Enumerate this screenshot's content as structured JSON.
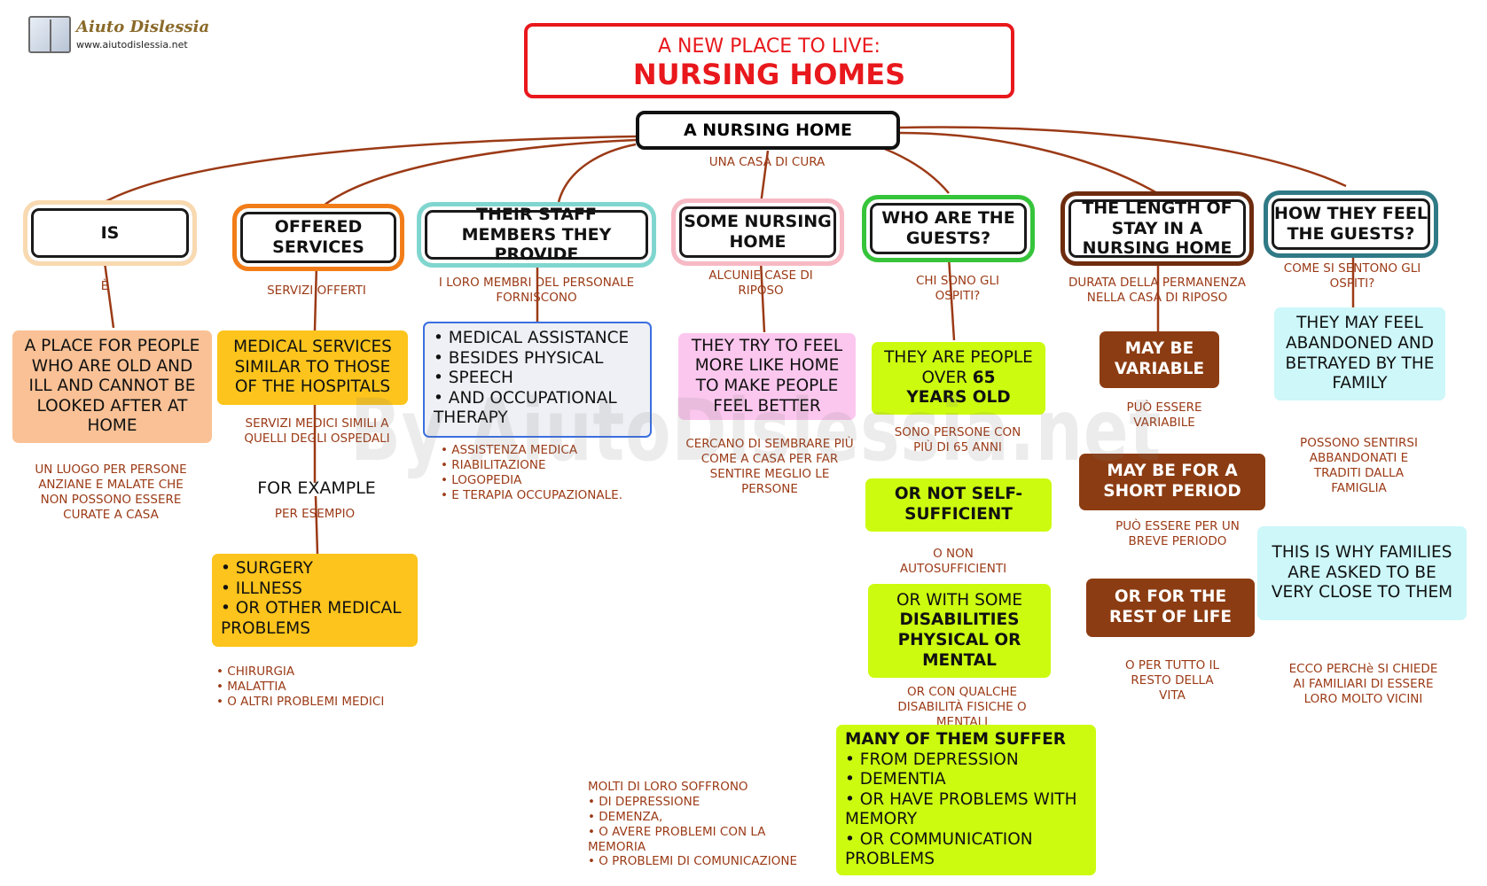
{
  "logo": {
    "title": "Aiuto Dislessia",
    "url": "www.aiutodislessia.net"
  },
  "watermark": "By AiutoDislessia.net",
  "title": {
    "line1": "A NEW  PLACE TO LIVE:",
    "line2": "NURSING HOMES"
  },
  "root": {
    "label": "A NURSING HOME",
    "translation": "UNA CASA DI CURA"
  },
  "colors": {
    "title_red": "#e8181c",
    "translation_text": "#9b3a16",
    "connector": "#9b3a16"
  },
  "branches": {
    "is": {
      "label": "IS",
      "translation": "È",
      "box": "A PLACE FOR PEOPLE WHO ARE OLD AND ILL AND CANNOT BE LOOKED AFTER AT HOME",
      "box_translation": "UN LUOGO PER PERSONE ANZIANE E MALATE CHE NON POSSONO ESSERE CURATE A CASA"
    },
    "services": {
      "label": "OFFERED SERVICES",
      "translation": "SERVIZI OFFERTI",
      "box": "MEDICAL SERVICES SIMILAR TO THOSE OF THE HOSPITALS",
      "box_translation": "SERVIZI MEDICI SIMILI A QUELLI DEGLI OSPEDALI",
      "example": "FOR EXAMPLE",
      "example_translation": "PER ESEMPIO",
      "items": [
        "SURGERY",
        "ILLNESS",
        "OR OTHER MEDICAL PROBLEMS"
      ],
      "items_translation": [
        "CHIRURGIA",
        "MALATTIA",
        "O ALTRI PROBLEMI MEDICI"
      ]
    },
    "staff": {
      "label": "THEIR STAFF MEMBERS THEY PROVIDE",
      "translation": "I LORO MEMBRI DEL PERSONALE FORNISCONO",
      "items": [
        "MEDICAL ASSISTANCE",
        "BESIDES PHYSICAL",
        "SPEECH",
        "AND OCCUPATIONAL THERAPY"
      ],
      "items_translation": [
        "ASSISTENZA MEDICA",
        "RIABILITAZIONE",
        "LOGOPEDIA",
        "E TERAPIA OCCUPAZIONALE."
      ]
    },
    "some": {
      "label": "SOME NURSING HOME",
      "translation": "ALCUNIE CASE DI RIPOSO",
      "box": "THEY TRY TO FEEL MORE LIKE HOME TO MAKE PEOPLE FEEL BETTER",
      "box_translation": "CERCANO DI SEMBRARE PIÙ COME A CASA PER FAR SENTIRE MEGLIO LE PERSONE"
    },
    "guests": {
      "label": "WHO ARE THE GUESTS?",
      "translation": "CHI SONO GLI OSPITI?",
      "box1_pre": "THEY ARE PEOPLE OVER ",
      "box1_num": "65",
      "box1_post": "YEARS OLD",
      "box1_translation": "SONO PERSONE CON PIÙ DI 65 ANNI",
      "box2": "OR NOT SELF-SUFFICIENT",
      "box2_translation": "O NON AUTOSUFFICIENTI",
      "box3_pre": "OR WITH SOME",
      "box3_bold": "DISABILITIES PHYSICAL OR MENTAL",
      "box3_translation": "OR CON QUALCHE DISABILITÀ FISICHE O MENTALI",
      "box4_head": "MANY OF THEM SUFFER",
      "box4_items": [
        "FROM DEPRESSION",
        "DEMENTIA",
        "OR HAVE PROBLEMS WITH MEMORY",
        "OR COMMUNICATION PROBLEMS"
      ],
      "box4_translation_head": "MOLTI DI LORO SOFFRONO",
      "box4_translation_items": [
        "DI DEPRESSIONE",
        "DEMENZA,",
        "O AVERE PROBLEMI CON LA MEMORIA",
        "O PROBLEMI DI COMUNICAZIONE"
      ]
    },
    "length": {
      "label": "THE LENGTH OF STAY IN A NURSING HOME",
      "translation": "DURATA DELLA PERMANENZA NELLA CASA DI RIPOSO",
      "box1": "MAY BE VARIABLE",
      "box1_translation": "PUÒ ESSERE VARIABILE",
      "box2": "MAY BE FOR A SHORT PERIOD",
      "box2_translation": "PUÒ ESSERE PER UN BREVE PERIODO",
      "box3": "OR FOR THE REST OF LIFE",
      "box3_translation": "O  PER TUTTO IL RESTO DELLA VITA"
    },
    "feel": {
      "label": "HOW THEY FEEL THE GUESTS?",
      "translation": "COME SI SENTONO GLI OSPITI?",
      "box1": "THEY MAY FEEL ABANDONED AND BETRAYED BY THE FAMILY",
      "box1_translation": "POSSONO SENTIRSI ABBANDONATI E TRADITI DALLA FAMIGLIA",
      "box2": "THIS IS WHY FAMILIES ARE ASKED TO BE VERY CLOSE TO THEM",
      "box2_translation": "ECCO PERCHè SI CHIEDE AI FAMILIARI DI ESSERE LORO MOLTO  VICINI"
    }
  }
}
